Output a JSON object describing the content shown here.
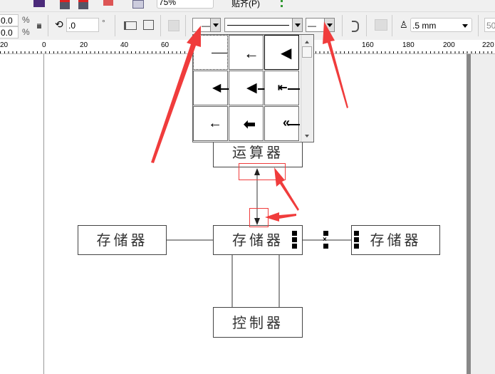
{
  "toolbar1": {
    "zoom": "75%",
    "paste_label": "贴齐(P)"
  },
  "toolbar2": {
    "pos_x": "0.0",
    "pos_y": "0.0",
    "pct1": "%",
    "pct2": "%",
    "rotation": ".0",
    "degree": "°",
    "start_arrow": "—",
    "line_style": "",
    "end_arrow": "—",
    "outline_width": ".5 mm",
    "extra": "50"
  },
  "ruler": {
    "ticks": [
      "20",
      "0",
      "20",
      "40",
      "60",
      "160",
      "180",
      "200",
      "220"
    ]
  },
  "arrow_picker": {
    "options": [
      "none",
      "open-arrow",
      "filled-arrow",
      "triangle-arrow",
      "large-triangle",
      "bar-arrow",
      "small-arrow",
      "round-arrow",
      "double-arrow"
    ]
  },
  "diagram": {
    "alu": "运算器",
    "memory_left": "存储器",
    "memory_center": "存储器",
    "memory_right": "存储器",
    "controller": "控制器"
  },
  "colors": {
    "annotation": "#f03c3c"
  }
}
